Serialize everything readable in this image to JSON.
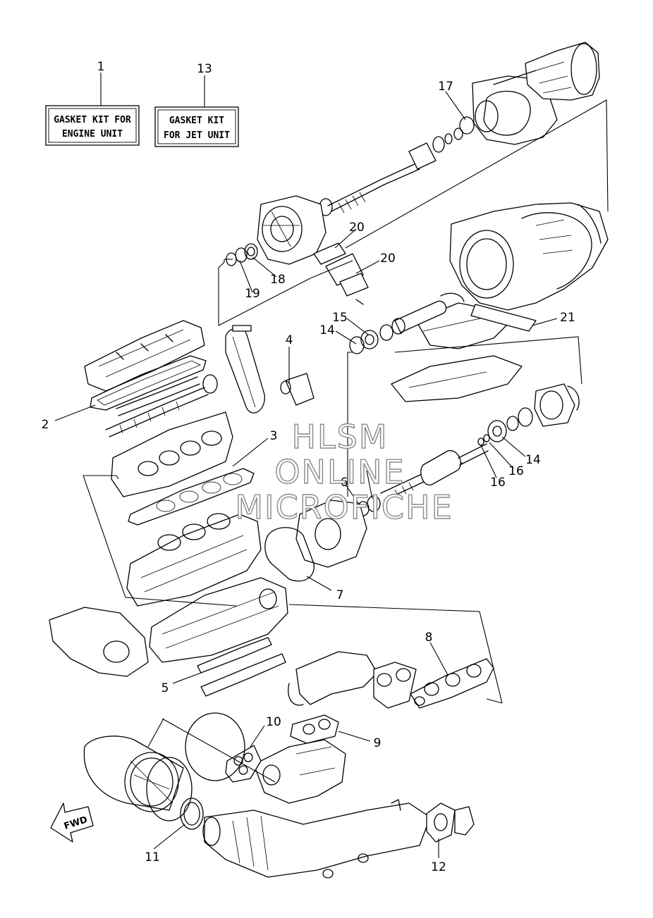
{
  "labels": {
    "kit_engine_line1": "GASKET KIT FOR",
    "kit_engine_line2": "ENGINE UNIT",
    "kit_jet_line1": "GASKET KIT",
    "kit_jet_line2": "FOR JET UNIT",
    "fwd": "FWD"
  },
  "watermark": {
    "line1": "HLSM",
    "line2": "ONLINE",
    "line3": "MICROFICHE"
  },
  "callouts": {
    "c1": "1",
    "c2": "2",
    "c3": "3",
    "c4": "4",
    "c5": "5",
    "c6": "6",
    "c7": "7",
    "c8": "8",
    "c9": "9",
    "c10": "10",
    "c11": "11",
    "c12": "12",
    "c13": "13",
    "c14a": "14",
    "c14b": "14",
    "c15": "15",
    "c16a": "16",
    "c16b": "16",
    "c17": "17",
    "c18": "18",
    "c19": "19",
    "c20a": "20",
    "c20b": "20",
    "c21": "21"
  }
}
